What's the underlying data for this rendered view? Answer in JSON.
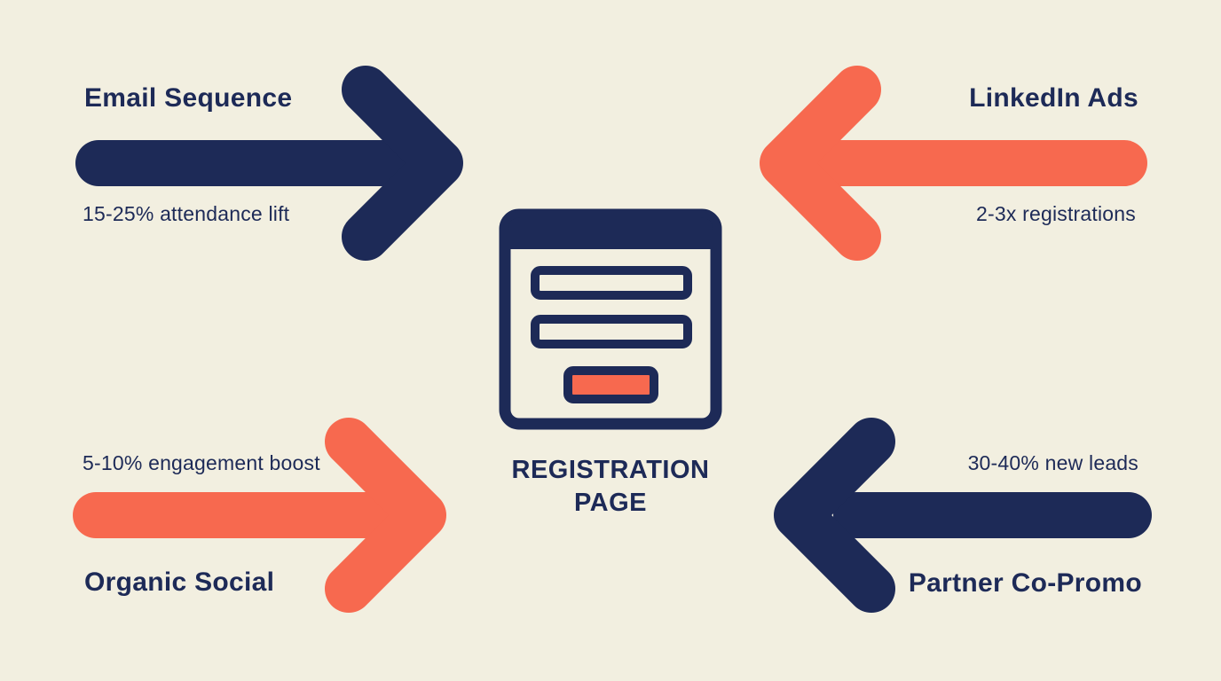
{
  "colors": {
    "background": "#f2efe0",
    "navy": "#1d2a57",
    "coral": "#f7694f"
  },
  "center": {
    "caption": "REGISTRATION PAGE",
    "icon": "registration-form-icon"
  },
  "channels": [
    {
      "id": "email-sequence",
      "label": "Email Sequence",
      "stat": "15-25% attendance lift",
      "arrow_color": "#1d2a57",
      "arrow_direction": "right",
      "position": "top-left"
    },
    {
      "id": "linkedin-ads",
      "label": "LinkedIn Ads",
      "stat": "2-3x registrations",
      "arrow_color": "#f7694f",
      "arrow_direction": "left",
      "position": "top-right"
    },
    {
      "id": "organic-social",
      "label": "Organic Social",
      "stat": "5-10% engagement boost",
      "arrow_color": "#f7694f",
      "arrow_direction": "right",
      "position": "bottom-left"
    },
    {
      "id": "partner-co-promo",
      "label": "Partner Co-Promo",
      "stat": "30-40% new leads",
      "arrow_color": "#1d2a57",
      "arrow_direction": "left",
      "position": "bottom-right"
    }
  ]
}
